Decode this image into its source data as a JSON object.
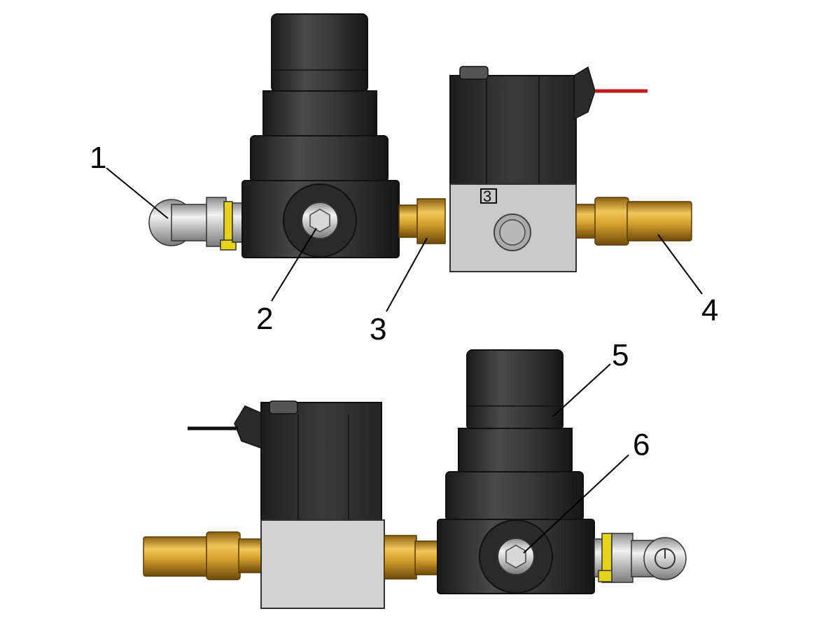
{
  "callouts": {
    "c1": "1",
    "c2": "2",
    "c3": "3",
    "c4": "4",
    "c5": "5",
    "c6": "6"
  },
  "port_marking": "3",
  "colors": {
    "body_dark": "#2b2b2b",
    "body_mid": "#3a3a3a",
    "brass": "#c8961e",
    "brass_light": "#e4b64a",
    "valve_lower": "#c9c9c9",
    "steel": "#c8c8c8",
    "yellow_tag": "#e6d21a",
    "wire_red": "#c11a1a",
    "wire_black": "#111111"
  }
}
